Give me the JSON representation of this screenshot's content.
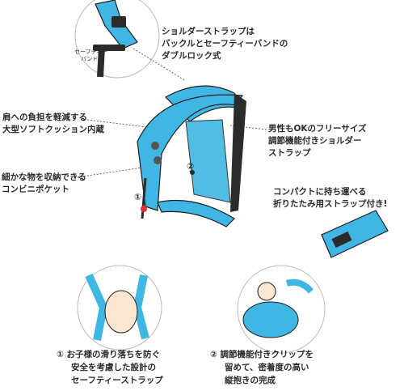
{
  "callouts": {
    "buckle": [
      "ショルダーストラップは",
      "バックルとセーフティーバンドの",
      "ダブルロック式"
    ],
    "safety_band": [
      "セーフティー",
      "バンド"
    ],
    "cushion": [
      "肩への負担を軽減する",
      "大型ソフトクッション内蔵"
    ],
    "free_size": [
      "男性もOKのフリーサイズ",
      "調節機能付きショルダー",
      "ストラップ"
    ],
    "pocket": [
      "細かな物を収納できる",
      "コンビニポケット"
    ],
    "compact": [
      "コンパクトに持ち運べる",
      "折りたたみ用ストラップ付き!"
    ]
  },
  "markers": {
    "one": "①",
    "two": "②"
  },
  "captions": {
    "safety_strap": [
      "① お子様の滑り落ちを防ぐ",
      "安全を考慮した設計の",
      "セーフティーストラップ"
    ],
    "clip": [
      "② 調節機能付きクリップを",
      "留めて、密着度の高い",
      "縦抱きの完成"
    ]
  },
  "colors": {
    "accent": "#3fb6e3",
    "dark": "#2b2b2b",
    "outline": "#1e1e1e"
  }
}
